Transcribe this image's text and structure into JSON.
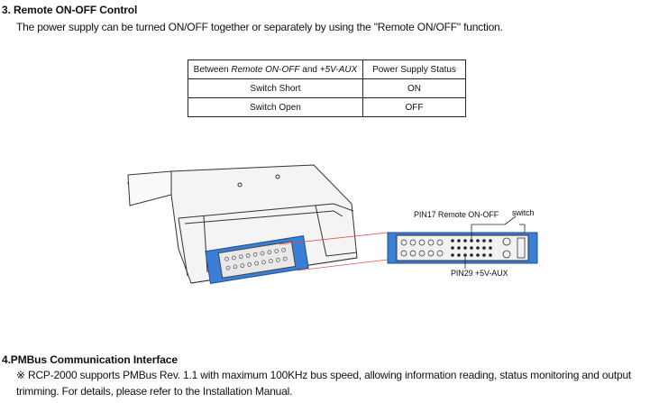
{
  "section3": {
    "title": "3. Remote ON-OFF Control",
    "description": "The power supply can be turned ON/OFF together or separately by using the \"Remote ON/OFF\" function."
  },
  "remote_table": {
    "headers": [
      "Between Remote ON-OFF and +5V-AUX",
      "Power Supply Status"
    ],
    "rows": [
      [
        "Switch Short",
        "ON"
      ],
      [
        "Switch Open",
        "OFF"
      ]
    ]
  },
  "figure": {
    "pin17_label": "PIN17 Remote  ON-OFF",
    "switch_label": "switch",
    "pin29_label": "PIN29 +5V-AUX",
    "connector_color": "#3a7fd5",
    "callout_line_color": "#d9534f"
  },
  "section4": {
    "title": "4.PMBus Communication Interface",
    "description": "※ RCP-2000 supports PMBus Rev. 1.1 with maximum 100KHz bus speed, allowing information reading, status monitoring and output trimming. For details, please refer to the Installation Manual."
  }
}
